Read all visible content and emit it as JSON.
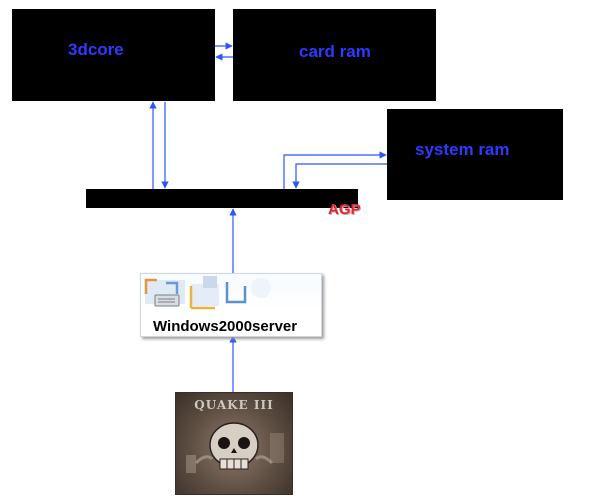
{
  "diagram": {
    "nodes": {
      "core": {
        "label": "3dcore"
      },
      "card_ram": {
        "label": "card ram"
      },
      "system_ram": {
        "label": "system ram"
      },
      "bus": {
        "label": "AGP"
      },
      "os": {
        "label": "Windows2000server"
      },
      "game": {
        "logo_text": "QUAKE III"
      }
    },
    "edges": [
      {
        "from": "3dcore",
        "to": "card ram",
        "direction": "bidirectional"
      },
      {
        "from": "3dcore",
        "to": "AGP",
        "direction": "bidirectional"
      },
      {
        "from": "system ram",
        "to": "AGP",
        "direction": "bidirectional"
      },
      {
        "from": "Windows2000server",
        "to": "AGP",
        "direction": "up"
      },
      {
        "from": "QUAKE III",
        "to": "Windows2000server",
        "direction": "up"
      }
    ]
  },
  "colors": {
    "box_fill": "#000000",
    "node_label": "#2b3bff",
    "bus_label": "#e8202a",
    "arrow": "#2b55ff"
  }
}
